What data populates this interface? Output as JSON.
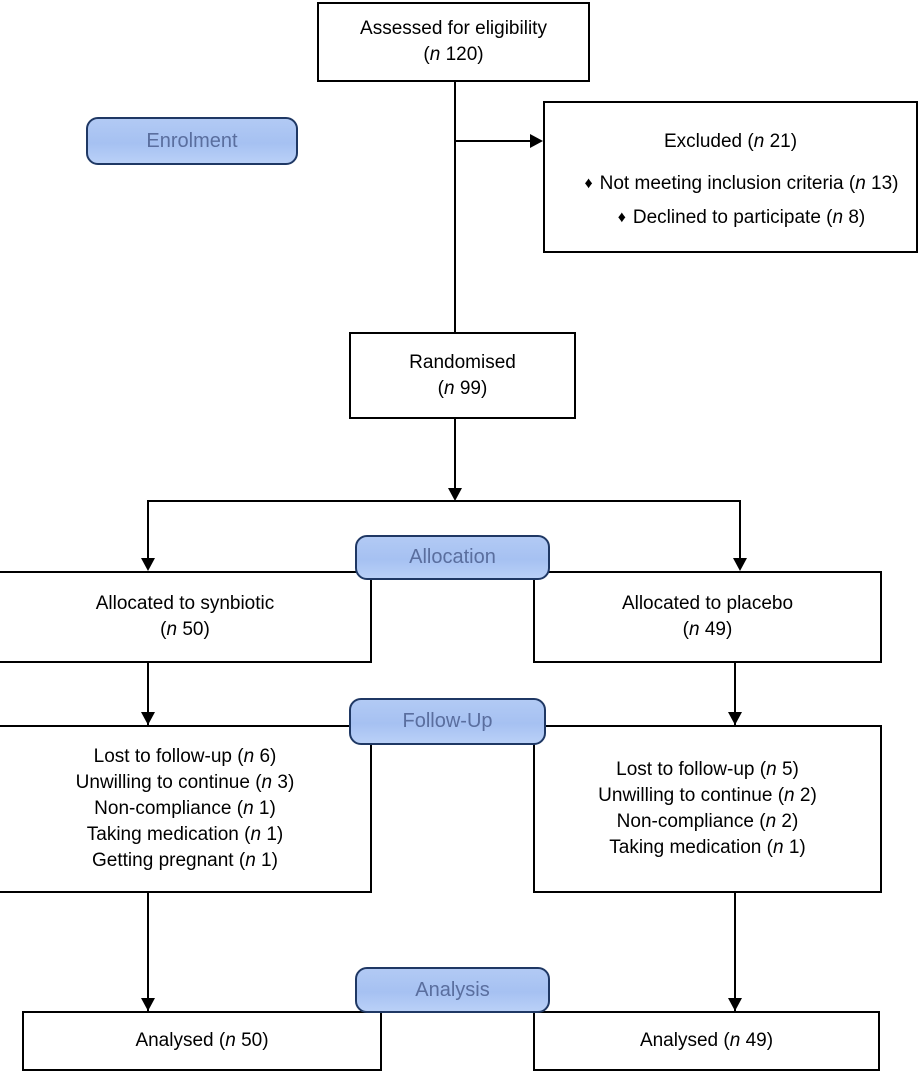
{
  "diagram": {
    "type": "consort-flow-diagram",
    "stages": [
      {
        "id": "enrolment",
        "label": "Enrolment"
      },
      {
        "id": "allocation",
        "label": "Allocation"
      },
      {
        "id": "followup",
        "label": "Follow-Up"
      },
      {
        "id": "analysis",
        "label": "Analysis"
      }
    ],
    "badge_fill": "#a8c3f0",
    "badge_border": "#1f3864",
    "badge_text_color": "#5a6e9e",
    "box_border": "#000000",
    "box_fill": "#ffffff",
    "connector_color": "#000000"
  },
  "enrolment": {
    "assessed": {
      "line1": "Assessed for eligibility",
      "line2": "(n 120)"
    },
    "excluded": {
      "title": "Excluded (n 21)",
      "bullet_glyph": "♦",
      "items": [
        "Not meeting inclusion criteria (n 13)",
        "Declined to participate (n 8)"
      ]
    },
    "randomised": {
      "line1": "Randomised",
      "line2": "(n 99)"
    }
  },
  "allocation": {
    "left": {
      "line1": "Allocated to synbiotic",
      "line2": "(n 50)"
    },
    "right": {
      "line1": "Allocated to placebo",
      "line2": "(n 49)"
    }
  },
  "followup": {
    "left": {
      "items": [
        "Lost to follow-up (n 6)",
        "Unwilling to continue (n 3)",
        "Non-compliance (n 1)",
        "Taking medication (n 1)",
        "Getting pregnant (n 1)"
      ]
    },
    "right": {
      "items": [
        "Lost to follow-up (n 5)",
        "Unwilling to continue (n 2)",
        "Non-compliance (n 2)",
        "Taking medication (n 1)"
      ]
    }
  },
  "analysis": {
    "left": {
      "line1": "Analysed (n 50)"
    },
    "right": {
      "line1": "Analysed (n 49)"
    }
  }
}
